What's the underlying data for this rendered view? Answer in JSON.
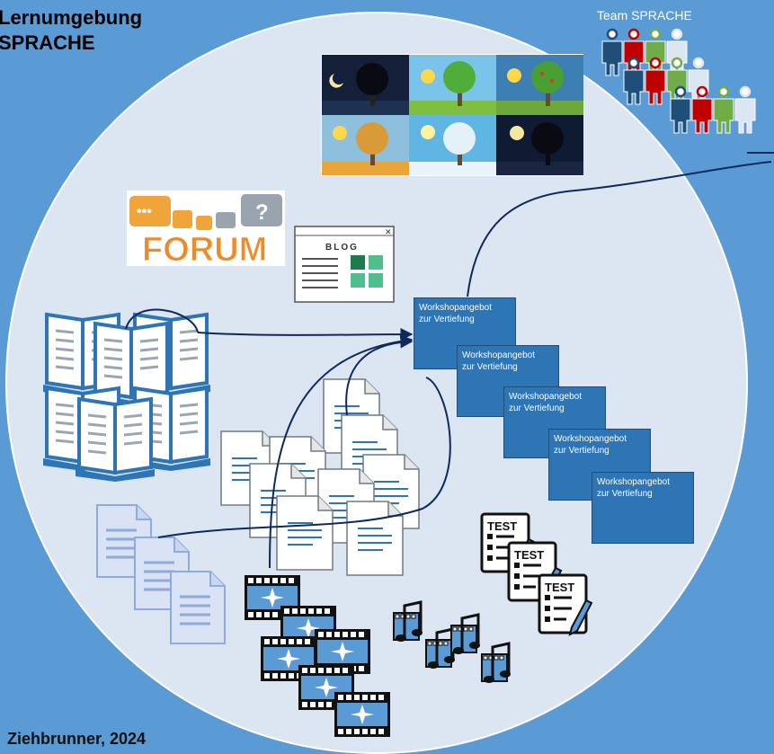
{
  "title": {
    "line1": "Lernumgebung",
    "line2": "SPRACHE"
  },
  "team_label": "Team SPRACHE",
  "author": "Ziehbrunner, 2024",
  "workshops": [
    {
      "line1": "Workshopangebot",
      "line2": "zur Vertiefung"
    },
    {
      "line1": "Workshopangebot",
      "line2": "zur Vertiefung"
    },
    {
      "line1": "Workshopangebot",
      "line2": "zur Vertiefung"
    },
    {
      "line1": "Workshopangebot",
      "line2": "zur Vertiefung"
    },
    {
      "line1": "Workshopangebot",
      "line2": "zur Vertiefung"
    }
  ],
  "forum_label": "FORUM",
  "blog_label": "BLOG",
  "test_label": "TEST",
  "colors": {
    "background": "#5b9bd5",
    "circle": "#dce6f2",
    "workshop": "#2e75b6",
    "book": "#2e75b6",
    "arrow": "#0e2a5c",
    "team_blue": "#1f4e79",
    "team_red": "#c00000",
    "team_green": "#70ad47"
  },
  "icons": [
    "seasons-tree-image-icon",
    "forum-icon",
    "blog-icon",
    "book-icon",
    "document-icon",
    "film-icon",
    "music-note-icon",
    "test-checklist-icon",
    "team-people-icon"
  ]
}
